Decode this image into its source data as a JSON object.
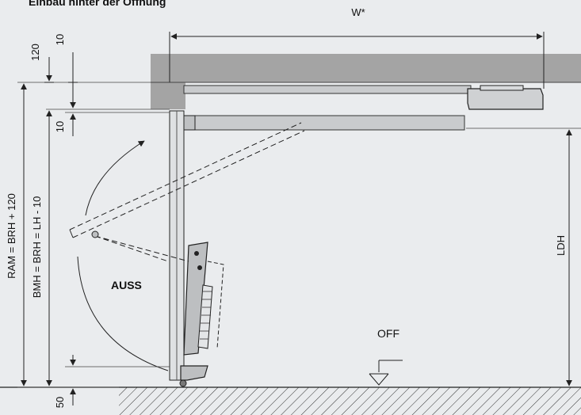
{
  "title": "Einbau hinter der Öffnung",
  "labels": {
    "width": "W*",
    "ram": "RAM = BRH + 120",
    "bmh": "BMH = BRH = LH - 10",
    "ldh": "LDH",
    "dim_120": "120",
    "dim_10_top": "10",
    "dim_10_mid": "10",
    "dim_50": "50",
    "auss": "AUSS",
    "off": "OFF"
  },
  "colors": {
    "background": "#eaecee",
    "lintel": "#a4a4a4",
    "rail": "#c9cbcd",
    "line": "#222222"
  }
}
